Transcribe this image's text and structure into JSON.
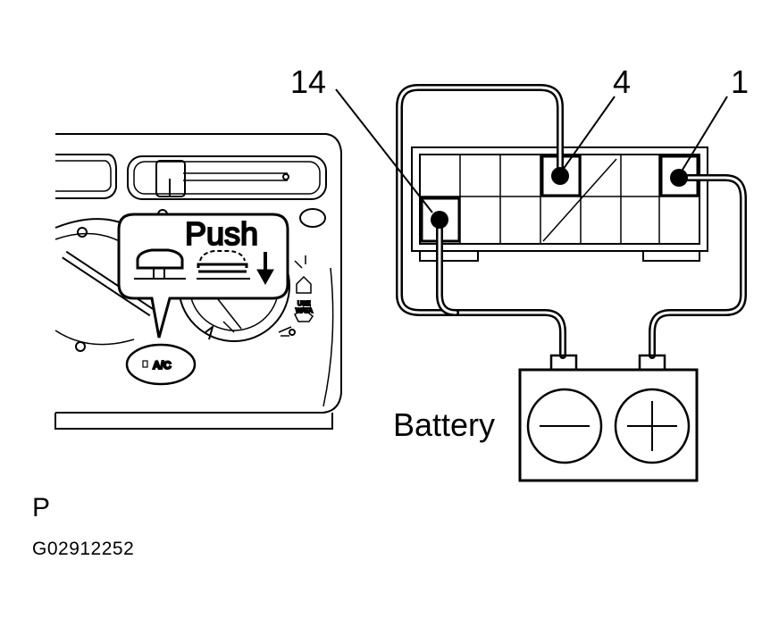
{
  "labels": {
    "pin_14": "14",
    "pin_4": "4",
    "pin_1": "1",
    "push": "Push",
    "battery": "Battery",
    "ac_button": "A/C",
    "use_water_1": "USE",
    "use_water_2": "WATA",
    "view_letter": "P",
    "figure_code": "G02912252"
  },
  "icons": [
    "ac-button-icon",
    "push-arrow-icon",
    "battery-negative-icon",
    "battery-positive-icon"
  ],
  "colors": {
    "ink": "#000000",
    "paper": "#ffffff"
  }
}
